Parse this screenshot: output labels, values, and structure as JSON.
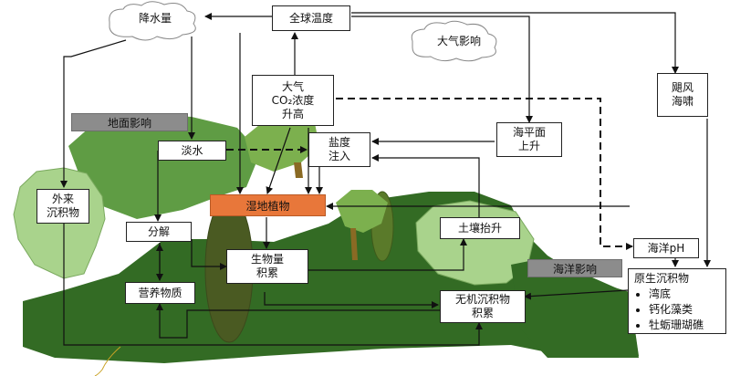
{
  "nodes": {
    "precipitation": "降水量",
    "global_temp": "全球温度",
    "atmosphere_effect": "大气影响",
    "typhoon": "飓风\n海啸",
    "co2": "大气\nCO₂浓度\n升高",
    "ground_effect": "地面影响",
    "freshwater": "淡水",
    "salinity": "盐度\n注入",
    "sea_level": "海平面\n上升",
    "external_sediment": "外来\n沉积物",
    "wetland_plants": "湿地植物",
    "decomposition": "分解",
    "biomass": "生物量\n积累",
    "soil_uplift": "土壤抬升",
    "nutrients": "营养物质",
    "inorganic": "无机沉积物\n积累",
    "ocean_ph": "海洋pH",
    "ocean_effect": "海洋影响",
    "sediment": {
      "title": "原生沉积物",
      "items": [
        "湾底",
        "钙化藻类",
        "牡蛎珊瑚礁"
      ]
    }
  },
  "colors": {
    "dark_green": "#336b24",
    "mid_green": "#5f9c44",
    "light_green": "#a9d38c",
    "orange": "#e8773a",
    "grey": "#8c8c8c"
  }
}
